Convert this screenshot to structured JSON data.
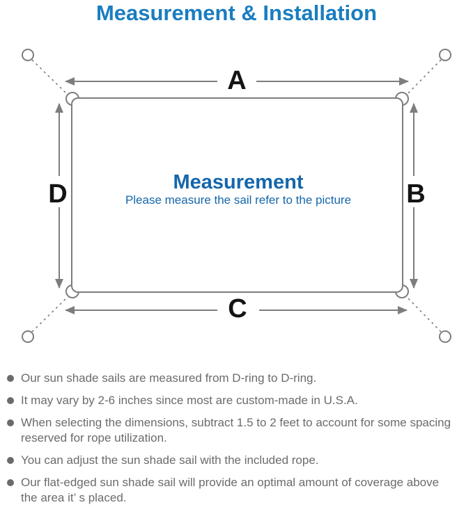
{
  "header": {
    "title": "Measurement & Installation"
  },
  "colors": {
    "title_blue": "#1a7dc0",
    "center_blue": "#1566ab",
    "line_gray": "#7d7d7d",
    "text_gray": "#6b6b6b",
    "label_black": "#141414"
  },
  "diagram": {
    "labels": {
      "top": "A",
      "right": "B",
      "bottom": "C",
      "left": "D"
    },
    "center_title": "Measurement",
    "center_subtitle": "Please measure the sail refer to the picture"
  },
  "bullets": [
    {
      "line1": "Our sun shade sails are measured from D-ring to D-ring."
    },
    {
      "line1": "It may vary by 2-6 inches since most are custom-made in U.S.A."
    },
    {
      "line1": "When selecting the dimensions, subtract 1.5 to 2 feet to account for some spacing",
      "line2": "reserved for rope utilization."
    },
    {
      "line1": "You can adjust the sun shade sail with the included rope."
    },
    {
      "line1": "Our flat-edged sun shade sail will provide an optimal amount of coverage above",
      "line2": "the area it’ s placed."
    }
  ]
}
